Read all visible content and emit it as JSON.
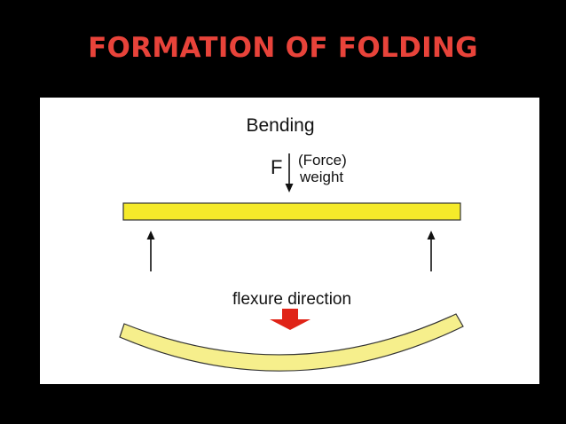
{
  "slide": {
    "title": "FORMATION OF FOLDING"
  },
  "diagram": {
    "heading": "Bending",
    "force_symbol": "F",
    "force_label_line1": "(Force)",
    "force_label_line2": "weight",
    "flexure_label": "flexure direction",
    "colors": {
      "title": "#e8433a",
      "panel": "#ffffff",
      "beam_fill": "#f5ea2a",
      "bent_beam_fill": "#f6ef8c",
      "flexure_arrow": "#e02418",
      "lines": "#111111"
    }
  }
}
